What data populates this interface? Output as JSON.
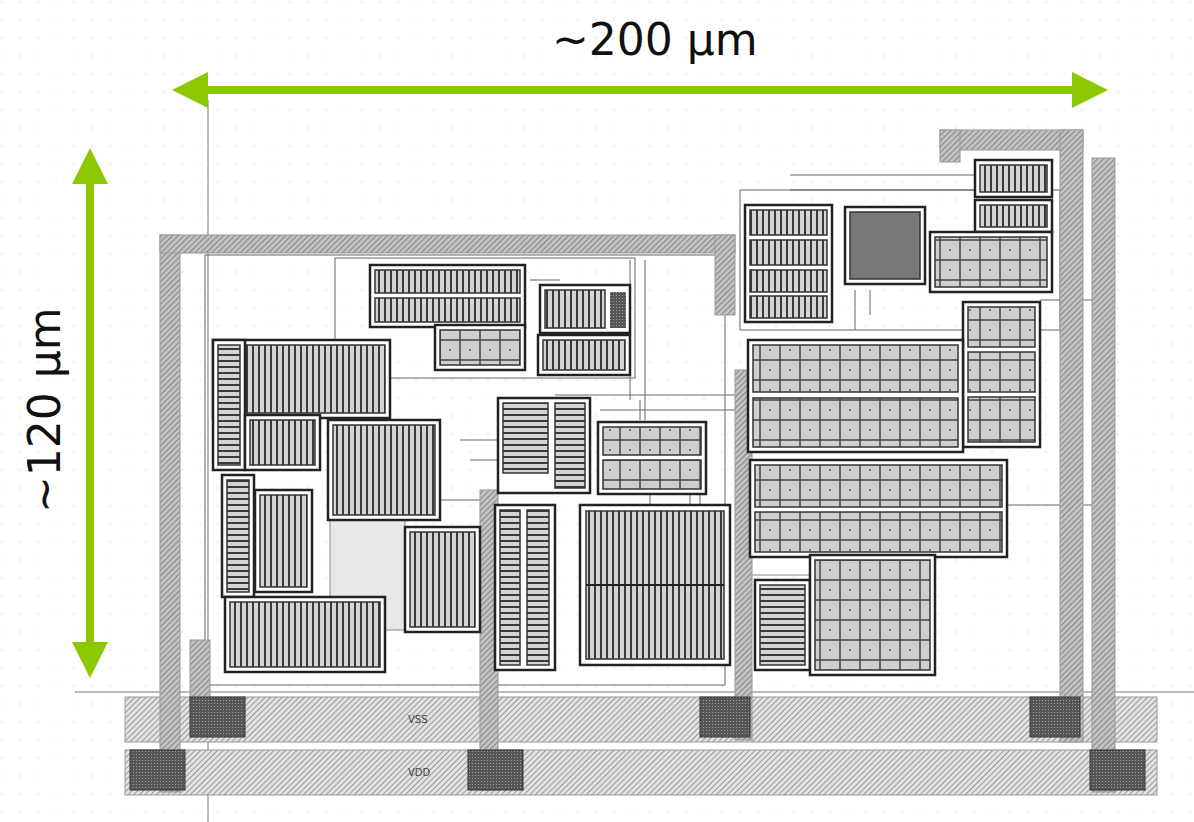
{
  "diagram": {
    "nodes": [
      {
        "text": [
          "VSS"
        ]
      },
      {
        "text": [
          "VDD"
        ]
      }
    ],
    "labels": [
      "~200 µm",
      "~120 µm"
    ]
  }
}
